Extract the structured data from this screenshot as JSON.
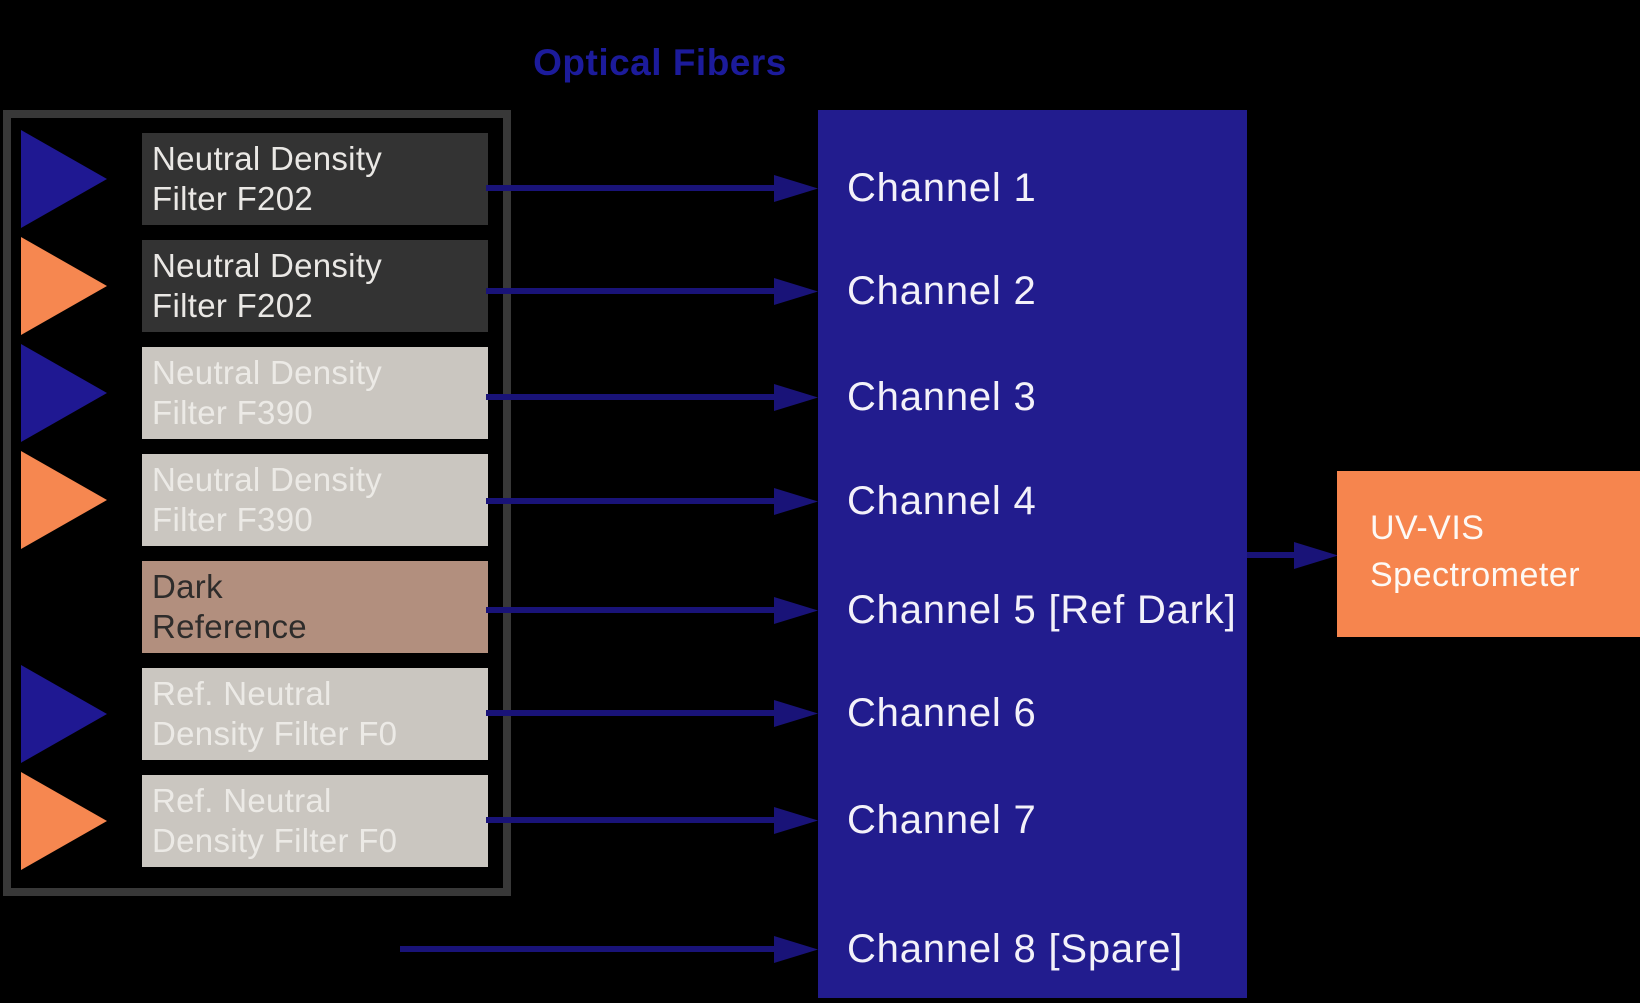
{
  "title": "Optical Fibers",
  "filter_bank": {
    "rows": [
      {
        "lines": [
          "Neutral Density",
          "Filter F202"
        ],
        "variant": "dark",
        "input_marker": "navy"
      },
      {
        "lines": [
          "Neutral Density",
          "Filter F202"
        ],
        "variant": "dark",
        "input_marker": "orange"
      },
      {
        "lines": [
          "Neutral Density",
          "Filter F390"
        ],
        "variant": "light",
        "input_marker": "navy"
      },
      {
        "lines": [
          "Neutral Density",
          "Filter F390"
        ],
        "variant": "light",
        "input_marker": "orange"
      },
      {
        "lines": [
          "Dark",
          "Reference"
        ],
        "variant": "brown",
        "input_marker": "none"
      },
      {
        "lines": [
          "Ref. Neutral",
          "Density Filter F0"
        ],
        "variant": "light",
        "input_marker": "navy"
      },
      {
        "lines": [
          "Ref. Neutral",
          "Density Filter F0"
        ],
        "variant": "light",
        "input_marker": "orange"
      }
    ]
  },
  "channels": [
    {
      "label": "Channel 1"
    },
    {
      "label": "Channel 2"
    },
    {
      "label": "Channel 3"
    },
    {
      "label": "Channel 4"
    },
    {
      "label": "Channel 5 [Ref Dark]"
    },
    {
      "label": "Channel 6"
    },
    {
      "label": "Channel 7"
    },
    {
      "label": "Channel 8 [Spare]"
    }
  ],
  "spectrometer": {
    "lines": [
      "UV-VIS",
      "Spectrometer"
    ]
  },
  "colors": {
    "background": "#000000",
    "title_blue": "#1c1b9b",
    "channel_panel_navy": "#221c8e",
    "arrow_navy": "#191378",
    "marker_navy": "#1f1892",
    "marker_orange": "#f68750",
    "enclosure_border_gray": "#383838",
    "filter_dark_box": "#333333",
    "filter_light_box": "#cac6c0",
    "dark_reference_box": "#b28f7e",
    "spectrometer_orange": "#f6854e",
    "channel_text": "#f3f1f9"
  }
}
